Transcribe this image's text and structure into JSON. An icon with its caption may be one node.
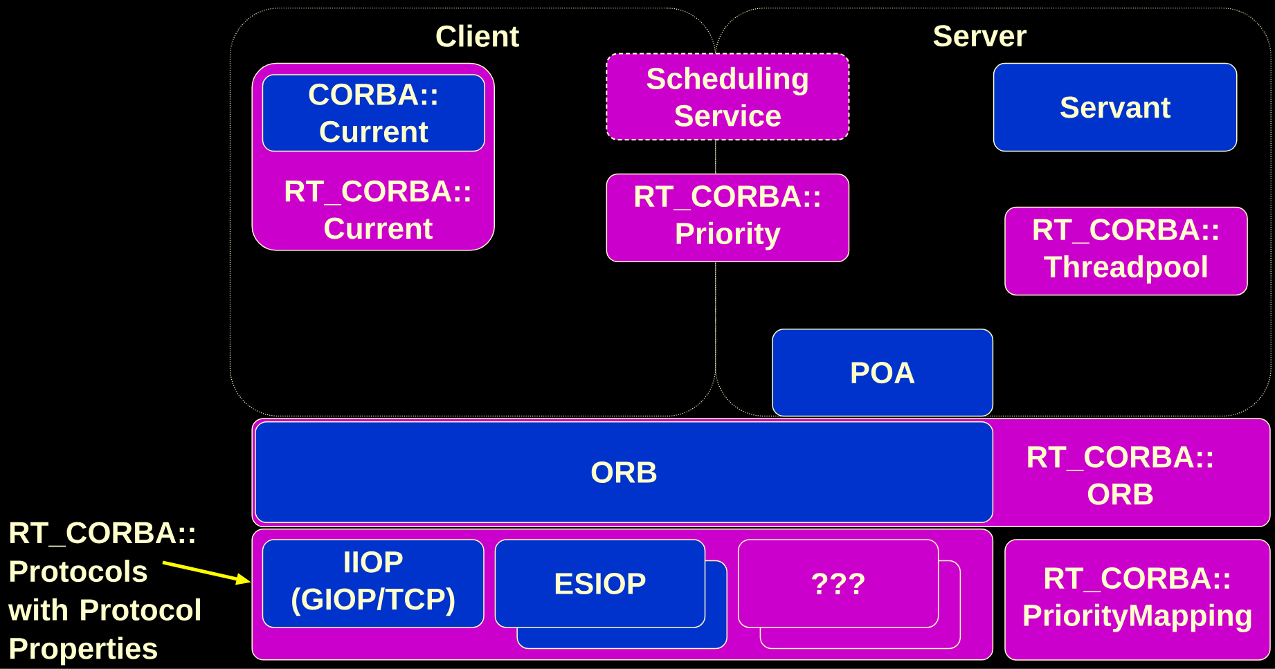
{
  "diagram": {
    "nodes": [
      {
        "text": [
          "Client"
        ]
      },
      {
        "text": [
          "Server"
        ]
      },
      {
        "text": [
          "RT_CORBA:: Current"
        ],
        "in": 0
      },
      {
        "text": [
          "CORBA:: Current"
        ],
        "in": 2
      },
      {
        "text": [
          "Scheduling Service"
        ]
      },
      {
        "text": [
          "RT_CORBA:: Priority"
        ]
      },
      {
        "text": [
          "Servant"
        ],
        "in": 1
      },
      {
        "text": [
          "RT_CORBA:: Threadpool"
        ],
        "in": 1
      },
      {
        "text": [
          "POA"
        ],
        "in": 1
      },
      {
        "text": [
          "RT_CORBA:: ORB"
        ]
      },
      {
        "text": [
          "ORB"
        ],
        "in": 9
      },
      {
        "text": [],
        "shape": "box"
      },
      {
        "text": [
          "IIOP (GIOP/TCP)"
        ],
        "in": 11
      },
      {
        "text": [
          "ESIOP"
        ],
        "in": 11
      },
      {
        "text": [
          "???"
        ],
        "in": 11
      },
      {
        "text": [
          "RT_CORBA:: PriorityMapping"
        ]
      },
      {
        "text": [
          "RT_CORBA:: Protocols with Protocol Properties"
        ]
      }
    ],
    "edges": [
      {
        "from": 16,
        "to": 11,
        "arrow": "to",
        "color": "#ffff00"
      }
    ]
  }
}
